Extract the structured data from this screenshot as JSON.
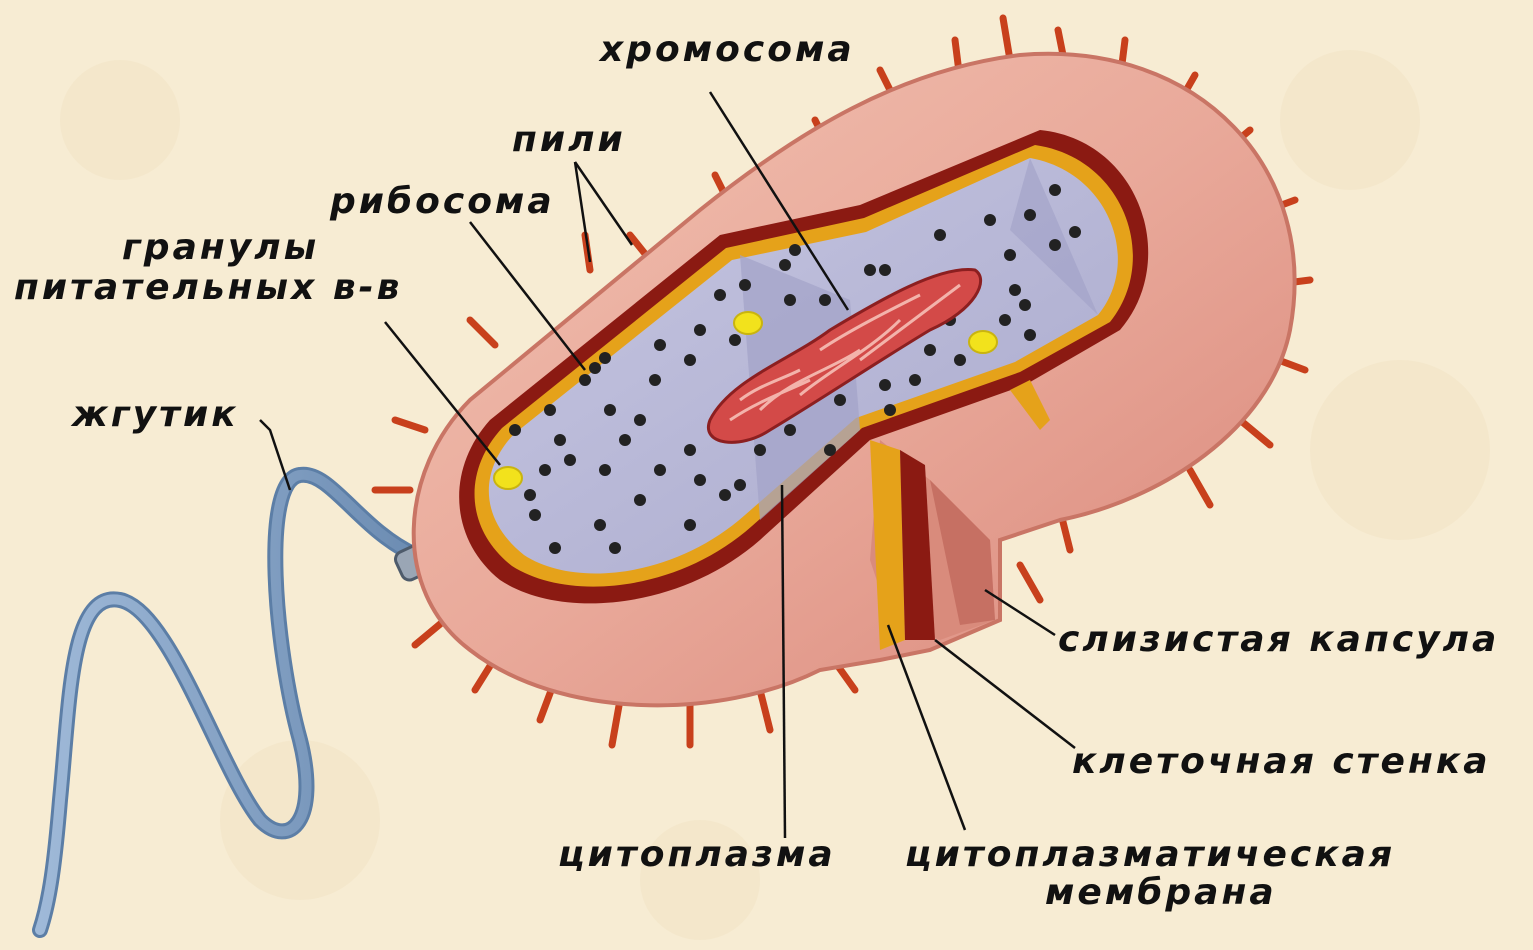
{
  "labels": {
    "chromosome": "хромосома",
    "pili": "пили",
    "ribosome": "рибосома",
    "granules_line1": "гранулы",
    "granules_line2": "питательных в-в",
    "flagellum": "жгутик",
    "capsule": "слизистая капсула",
    "cell_wall": "клеточная стенка",
    "cytoplasm": "цитоплазма",
    "membrane_line1": "цитоплазматическая",
    "membrane_line2": "мембрана"
  },
  "colors": {
    "background": "#f7ecd3",
    "capsule": "#e9a99a",
    "capsule_edge": "#d48677",
    "cell_wall": "#8b1a12",
    "membrane": "#e5a21a",
    "cytoplasm": "#b8b8d6",
    "ribosome": "#222222",
    "granule": "#f2e21c",
    "chromosome": "#c8383a",
    "pili": "#c8401c",
    "flagellum": "#8aa7c8",
    "leader": "#111111"
  }
}
